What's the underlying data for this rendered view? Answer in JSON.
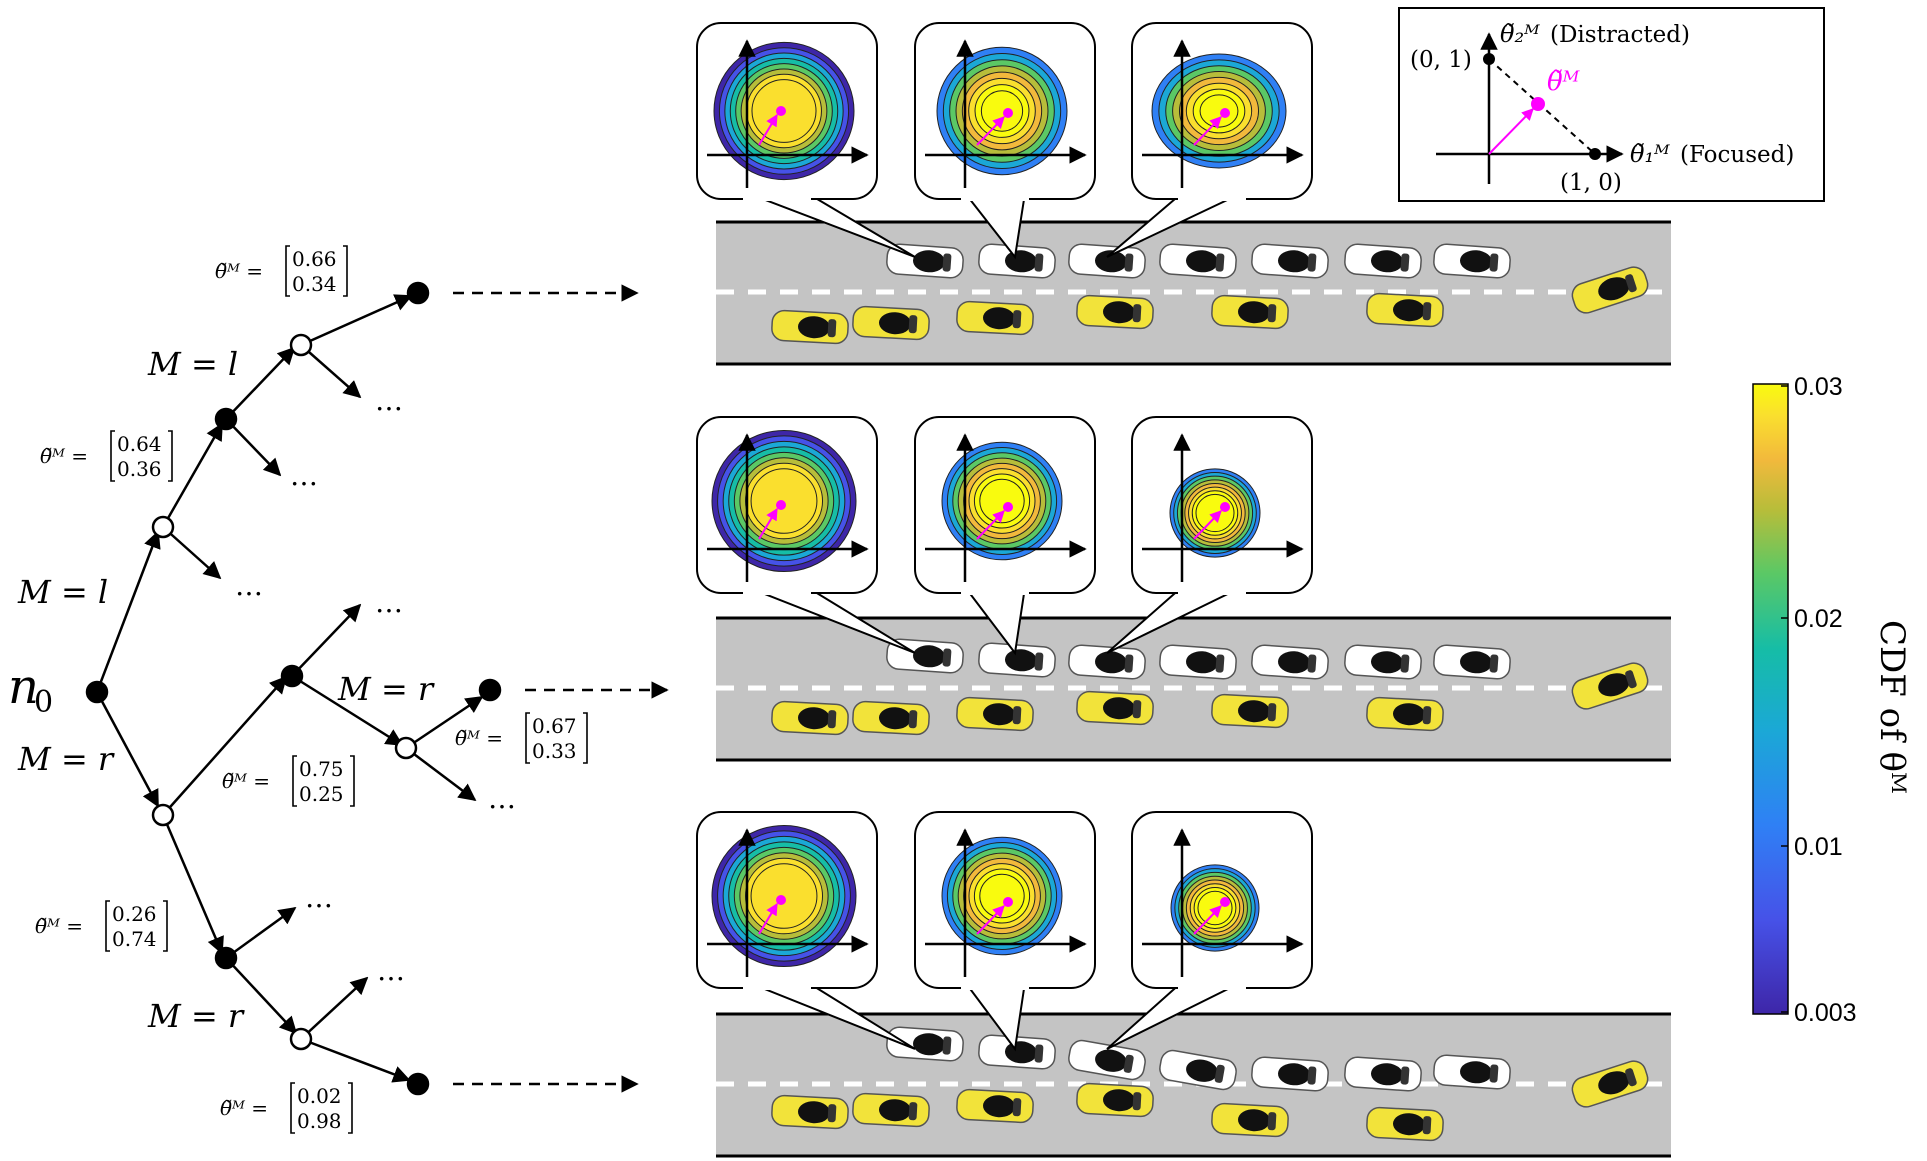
{
  "tree": {
    "root_label": "n",
    "root_subscript": "0",
    "model_left": "M = l",
    "model_right": "M = r",
    "ellipsis": "…",
    "theta_prefix": "θ̃ᴹ =",
    "estimates": [
      {
        "top": "0.66",
        "bottom": "0.34"
      },
      {
        "top": "0.64",
        "bottom": "0.36"
      },
      {
        "top": "0.75",
        "bottom": "0.25"
      },
      {
        "top": "0.67",
        "bottom": "0.33"
      },
      {
        "top": "0.26",
        "bottom": "0.74"
      },
      {
        "top": "0.02",
        "bottom": "0.98"
      }
    ]
  },
  "inset": {
    "axis2_label": "θ̃₂ᴹ",
    "axis2_desc": "(Distracted)",
    "axis1_label": "θ̃₁ᴹ",
    "axis1_desc": "(Focused)",
    "point_top": "(0, 1)",
    "point_right": "(1, 0)",
    "vector_label": "θ̃ᴹ",
    "vector_color": "#ff00ff"
  },
  "scenarios": [
    {
      "bubble_levels": [
        0.62,
        0.78,
        0.82
      ]
    },
    {
      "bubble_levels": [
        0.62,
        0.72,
        0.66
      ]
    },
    {
      "bubble_levels": [
        0.62,
        0.72,
        0.7
      ]
    }
  ],
  "colorbar": {
    "title": "CDF of θᴹ",
    "ticks": [
      "0.03",
      "0.02",
      "0.01",
      "0.003"
    ],
    "colors": [
      "#3e26a8",
      "#4652e8",
      "#2f80f5",
      "#1ba8d6",
      "#16bda6",
      "#5bc865",
      "#b7bd3a",
      "#f2b93c",
      "#fadf2e",
      "#f9fb0e"
    ]
  },
  "colors": {
    "road": "#c4c4c4",
    "lane_marking": "#ffffff",
    "car_white": "#ffffff",
    "car_yellow": "#f2e33a",
    "mean_marker": "#ff00ff"
  }
}
